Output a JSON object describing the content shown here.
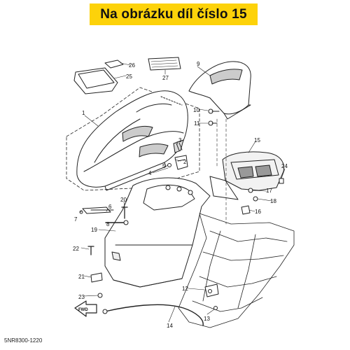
{
  "header": {
    "title": "Na obrázku díl číslo 15"
  },
  "diagram": {
    "labels": [
      "1",
      "2",
      "3",
      "4",
      "5",
      "6",
      "7",
      "8",
      "9",
      "10",
      "11",
      "12",
      "13",
      "14",
      "15",
      "16",
      "17",
      "18",
      "19",
      "20",
      "21",
      "22",
      "23",
      "24",
      "25",
      "26",
      "27"
    ],
    "fwd_label": "FWD",
    "part_code": "5NR8300-1220"
  }
}
